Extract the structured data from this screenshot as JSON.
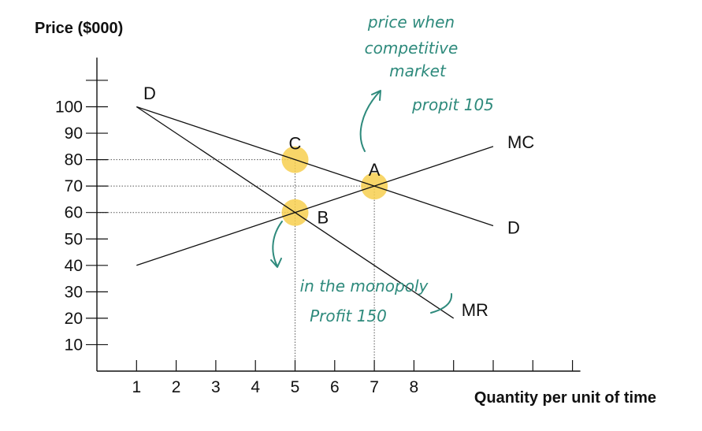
{
  "chart_data": {
    "type": "line",
    "xlabel": "Quantity per unit of time",
    "ylabel": "Price ($000)",
    "xlim": [
      0,
      12
    ],
    "ylim": [
      0,
      115
    ],
    "x_ticks": [
      1,
      2,
      3,
      4,
      5,
      6,
      7,
      8,
      9,
      10,
      11,
      12
    ],
    "x_tick_labels": [
      "1",
      "2",
      "3",
      "4",
      "5",
      "6",
      "7",
      "8"
    ],
    "y_ticks": [
      10,
      20,
      30,
      40,
      50,
      60,
      70,
      80,
      90,
      100,
      110
    ],
    "y_tick_labels": [
      "10",
      "20",
      "30",
      "40",
      "50",
      "60",
      "70",
      "80",
      "90",
      "100"
    ],
    "series": [
      {
        "name": "D",
        "x": [
          1,
          10
        ],
        "y": [
          100,
          55
        ],
        "color": "#111111"
      },
      {
        "name": "MR",
        "x": [
          1,
          9
        ],
        "y": [
          100,
          20
        ],
        "color": "#111111"
      },
      {
        "name": "MC",
        "x": [
          1,
          10
        ],
        "y": [
          40,
          85
        ],
        "color": "#111111"
      }
    ],
    "line_labels": {
      "d_start": "D",
      "d_end": "D",
      "mr": "MR",
      "mc": "MC"
    },
    "points": [
      {
        "label": "C",
        "x": 5,
        "y": 80
      },
      {
        "label": "A",
        "x": 7,
        "y": 70
      },
      {
        "label": "B",
        "x": 5,
        "y": 60
      }
    ],
    "highlight_color": "#f7cf4f",
    "annotations": {
      "competitive": [
        "price when",
        "competitive",
        "market"
      ],
      "competitive_profit": "propit 105",
      "monopoly": [
        "in the monopoly",
        "Profit 150"
      ],
      "note_color": "#2e8a7c"
    }
  }
}
